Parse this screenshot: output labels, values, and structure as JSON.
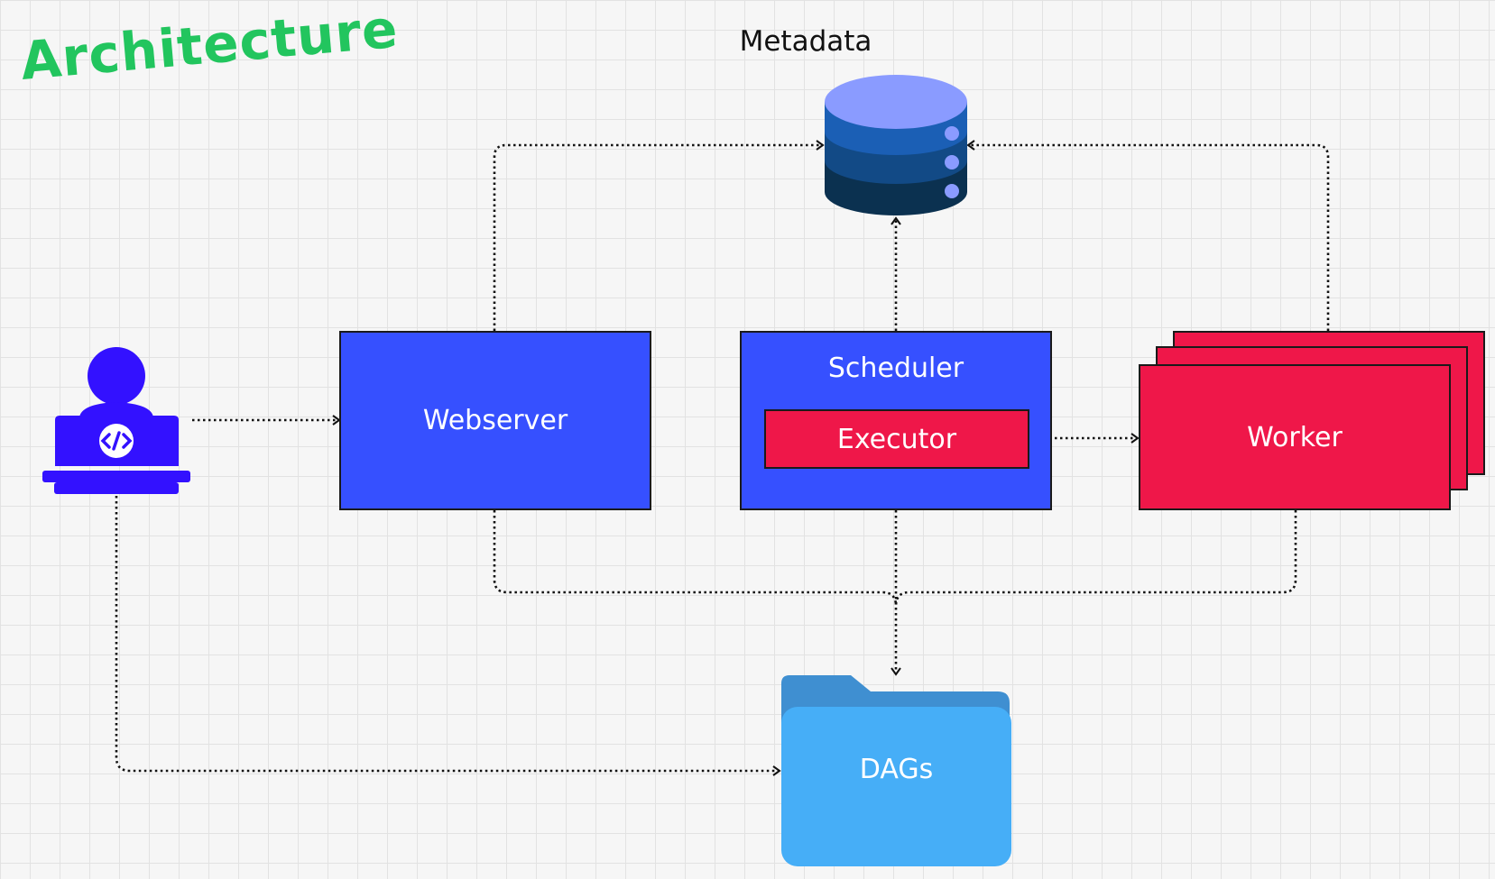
{
  "title": "Architecture",
  "title_color": "#22c55e",
  "nodes": {
    "metadata": "Metadata",
    "webserver": "Webserver",
    "scheduler": "Scheduler",
    "executor": "Executor",
    "worker": "Worker",
    "dags": "DAGs"
  },
  "icons": {
    "user": "developer-laptop-icon",
    "database": "database-icon",
    "folder": "folder-icon"
  },
  "colors": {
    "component_blue": "#3650ff",
    "component_red": "#ef1749",
    "user_icon": "#3311ff",
    "folder_front": "#46aef7",
    "folder_back": "#3f8fd1",
    "db_top": "#8a9bff",
    "db_band1": "#1b5fb5",
    "db_band2": "#124a86",
    "db_band3": "#0b3150"
  }
}
